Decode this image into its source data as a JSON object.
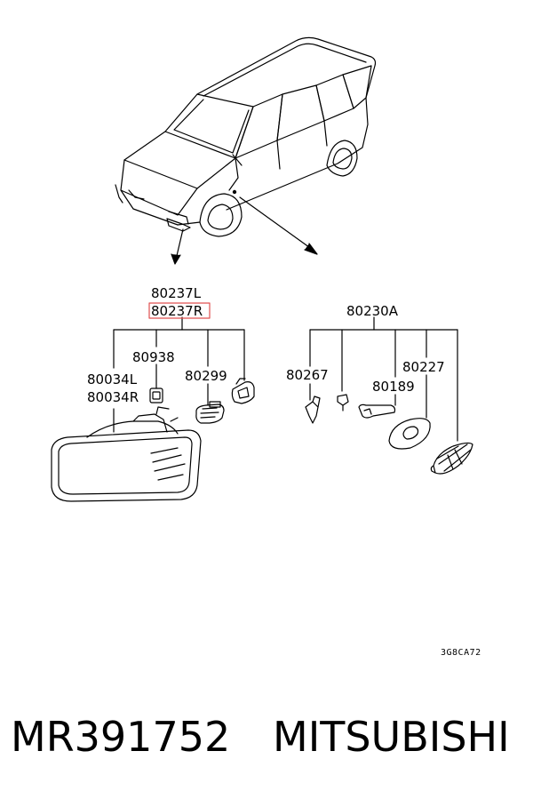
{
  "diagram": {
    "labels": {
      "fog_lamp_left": "80237L",
      "fog_lamp_right": "80237R",
      "cover": "80938",
      "bracket_left": "80034L",
      "bracket_right": "80034R",
      "bulb": "80299",
      "side_lamp_assy": "80230A",
      "socket": "80267",
      "side_bulb": "80189",
      "gasket": "80227"
    },
    "highlight": {
      "label": "fog_lamp_right",
      "color": "#e05050"
    },
    "drawing_code": "3G8CA72"
  },
  "footer": {
    "part_number": "MR391752",
    "brand": "MITSUBISHI"
  }
}
